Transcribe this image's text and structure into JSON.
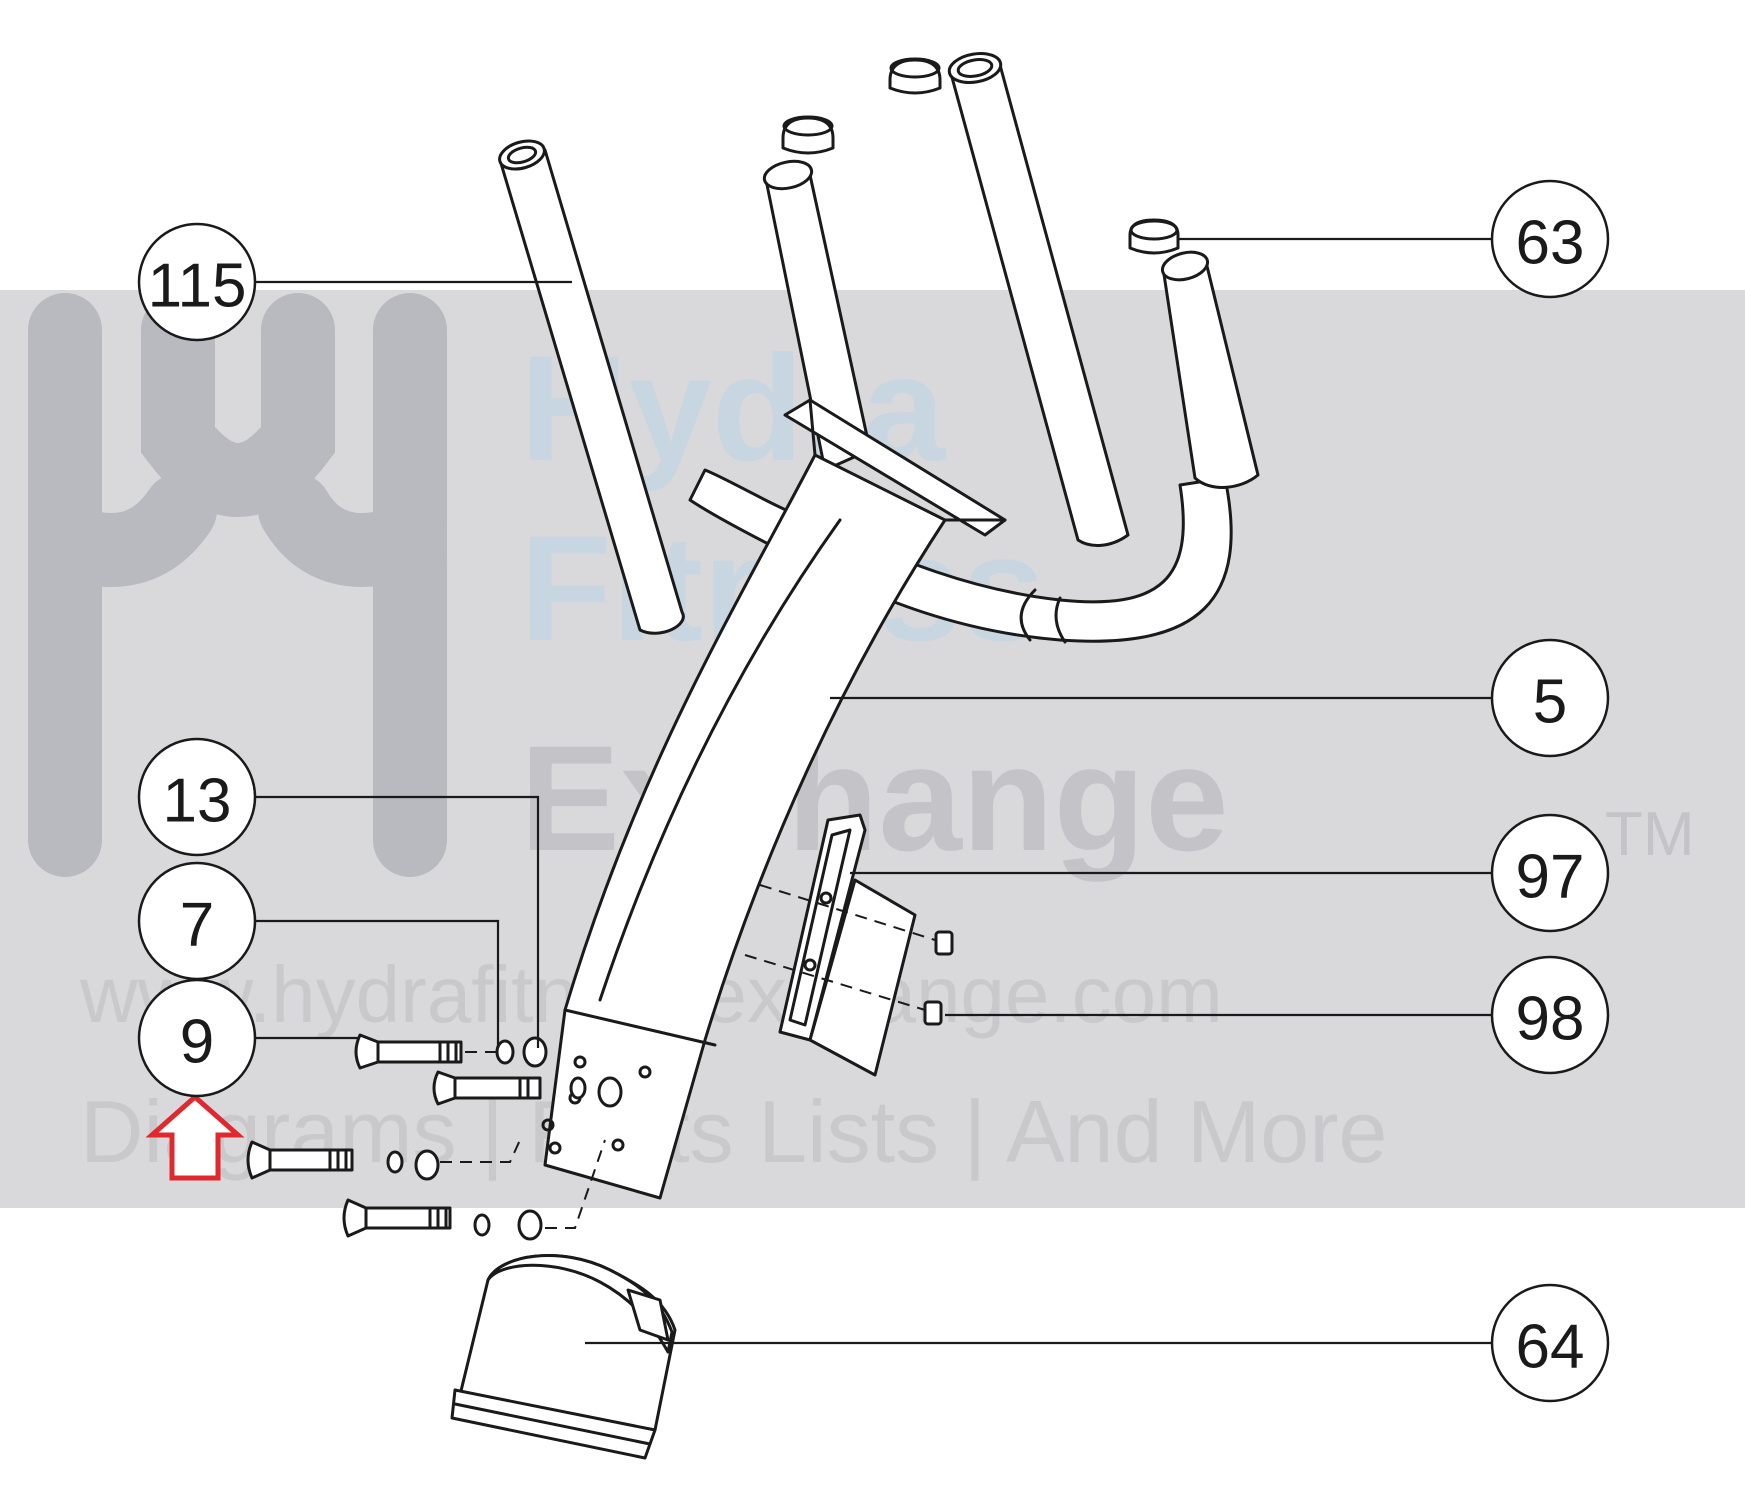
{
  "callouts": [
    {
      "id": "115",
      "label": "115"
    },
    {
      "id": "63",
      "label": "63"
    },
    {
      "id": "5",
      "label": "5"
    },
    {
      "id": "13",
      "label": "13"
    },
    {
      "id": "7",
      "label": "7"
    },
    {
      "id": "97",
      "label": "97"
    },
    {
      "id": "9",
      "label": "9"
    },
    {
      "id": "98",
      "label": "98"
    },
    {
      "id": "64",
      "label": "64"
    }
  ],
  "watermark": {
    "word1": "Hydra",
    "word2": "Fitness",
    "word3": "Exchange",
    "trademark": "TM",
    "url": "www.hydrafitnessexchange.com",
    "tagline": "Diagrams | Parts Lists | And More"
  },
  "colors": {
    "band": "#d9d9dc",
    "watermark_logo": "#b9b9c0",
    "watermark_blue": "#c7d6e0",
    "watermark_grey": "#c4c4c8",
    "arrow": "#e0282f",
    "line": "#1a1a1a"
  }
}
